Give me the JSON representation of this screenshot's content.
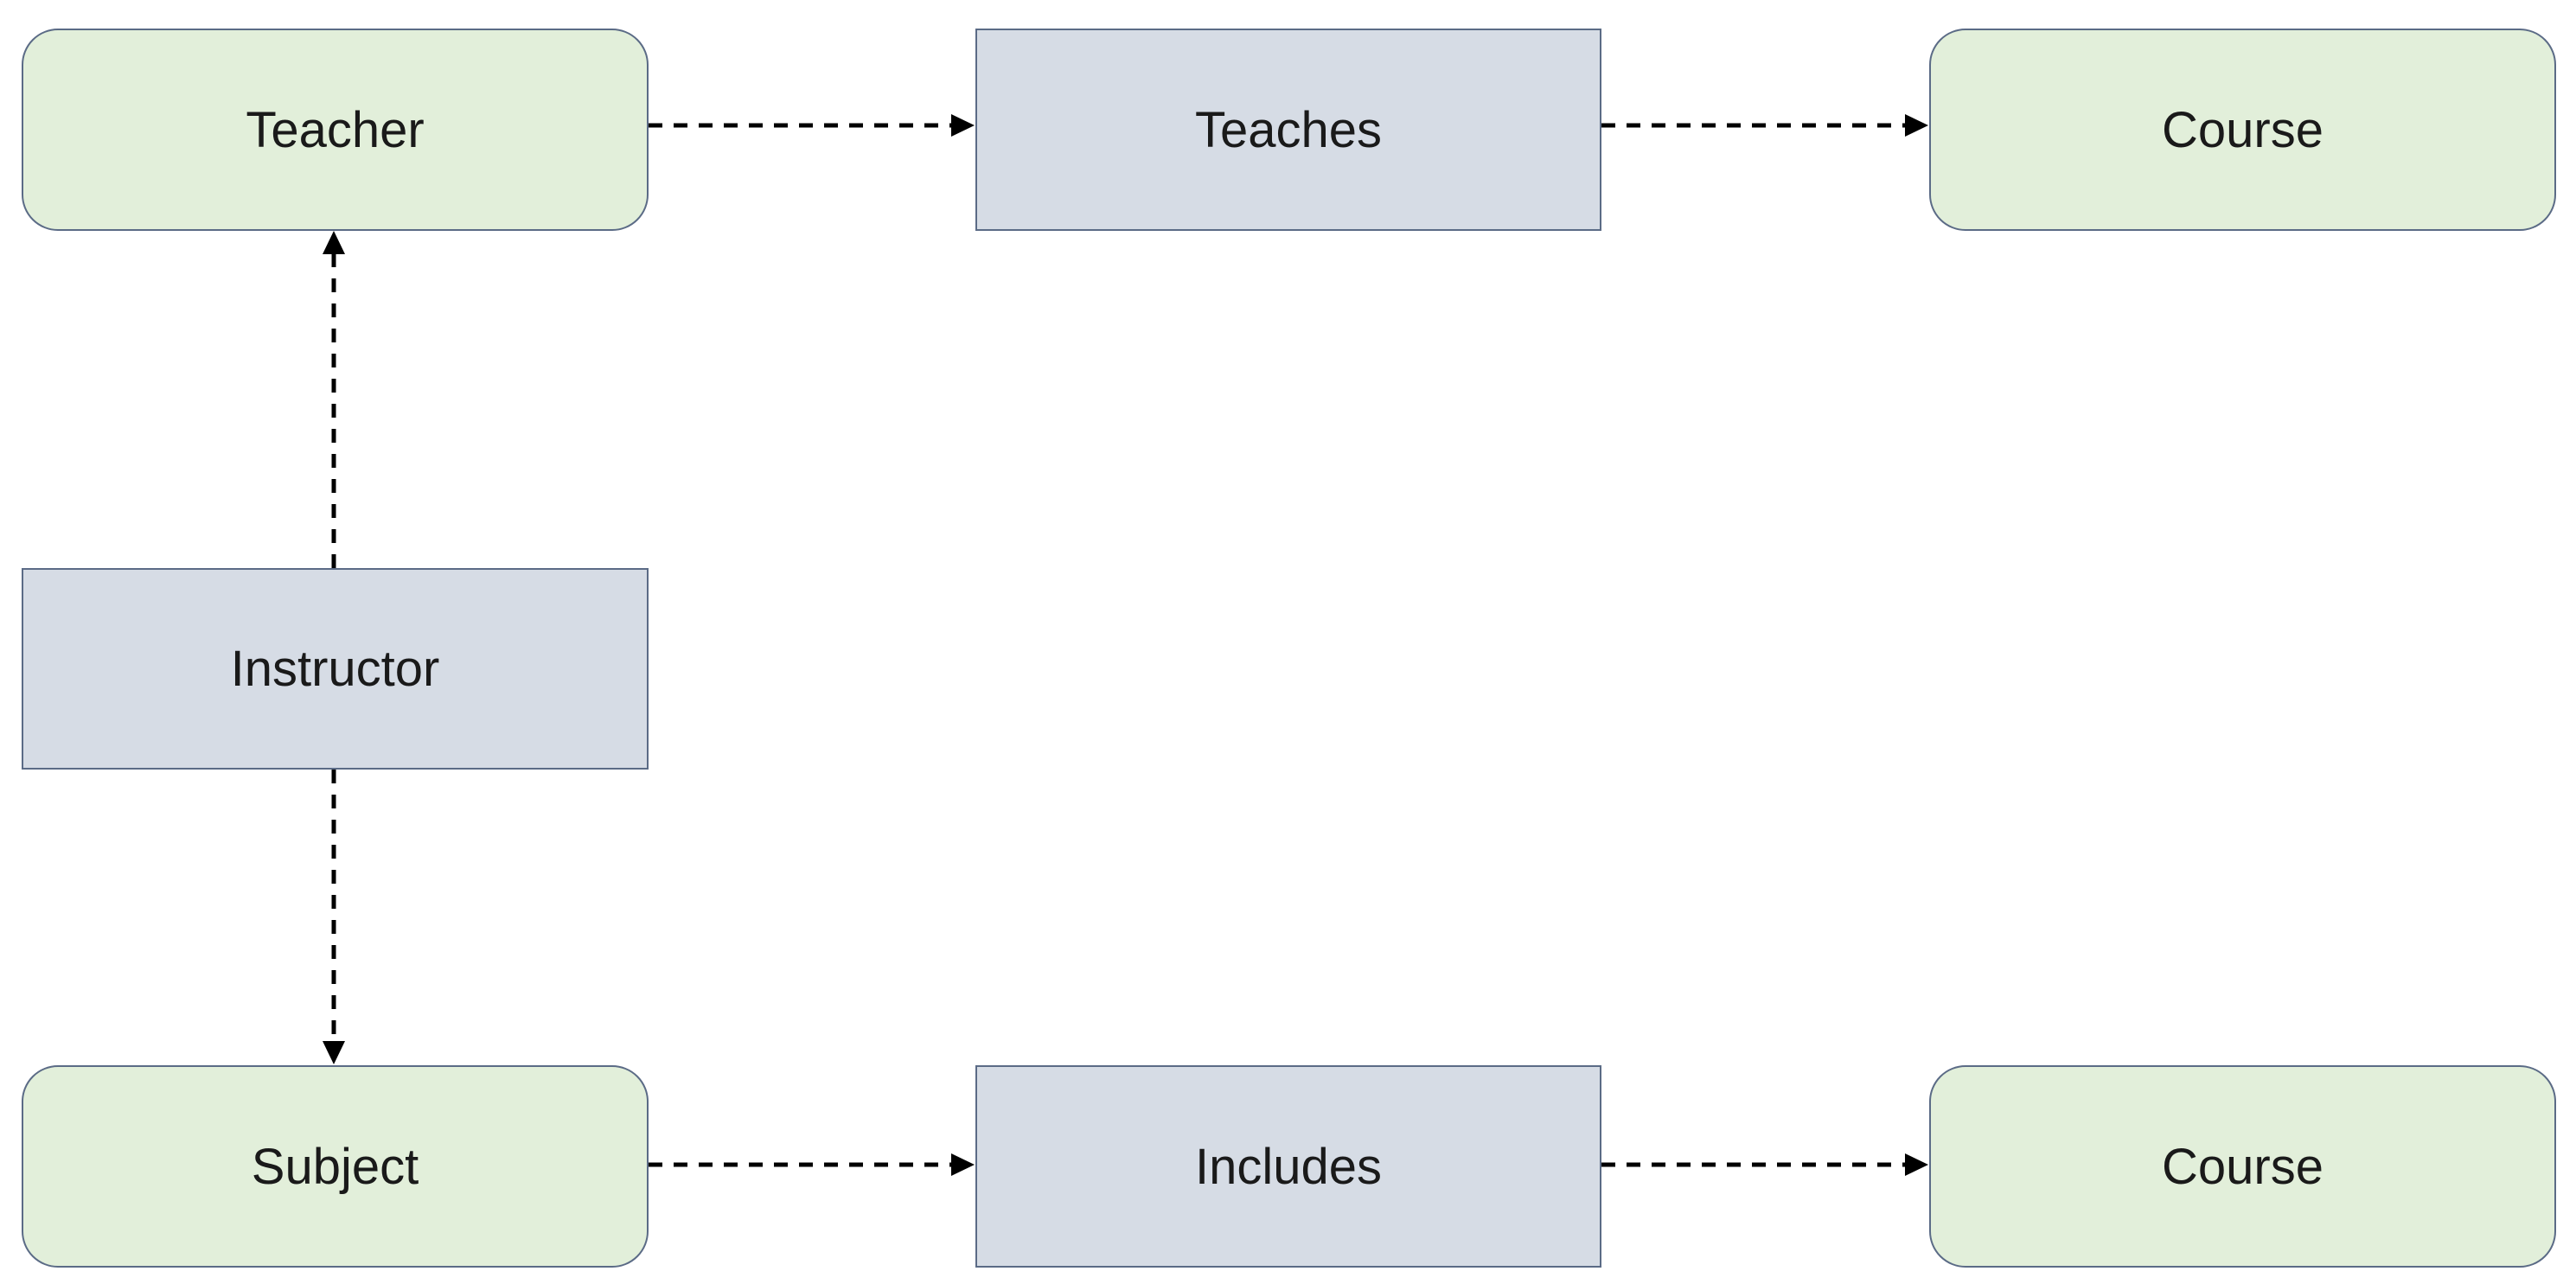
{
  "colors": {
    "entity_fill": "#e2efda",
    "relation_fill": "#d6dce5",
    "border": "#5b6b86",
    "connector": "#000000"
  },
  "nodes": {
    "teacher": {
      "label": "Teacher",
      "kind": "entity"
    },
    "teaches": {
      "label": "Teaches",
      "kind": "relation"
    },
    "course_top": {
      "label": "Course",
      "kind": "entity"
    },
    "instructor": {
      "label": "Instructor",
      "kind": "relation"
    },
    "subject": {
      "label": "Subject",
      "kind": "entity"
    },
    "includes": {
      "label": "Includes",
      "kind": "relation"
    },
    "course_bottom": {
      "label": "Course",
      "kind": "entity"
    }
  },
  "edges": [
    {
      "from": "teacher",
      "to": "teaches",
      "style": "dashed"
    },
    {
      "from": "teaches",
      "to": "course_top",
      "style": "dashed"
    },
    {
      "from": "instructor",
      "to": "teacher",
      "style": "dashed"
    },
    {
      "from": "instructor",
      "to": "subject",
      "style": "dashed"
    },
    {
      "from": "subject",
      "to": "includes",
      "style": "dashed"
    },
    {
      "from": "includes",
      "to": "course_bottom",
      "style": "dashed"
    }
  ]
}
